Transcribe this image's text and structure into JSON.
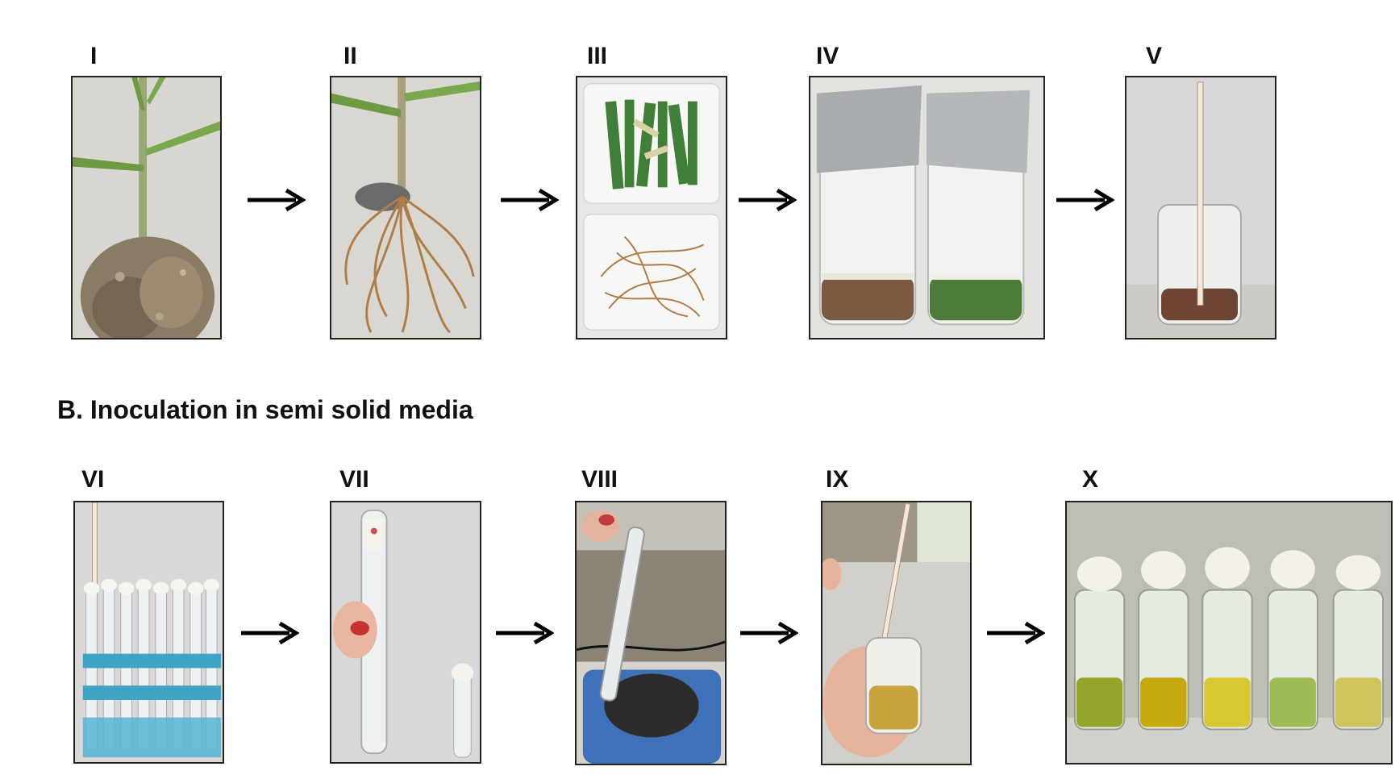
{
  "section_b_title": "B. Inoculation in semi solid media",
  "panels": [
    {
      "label": "I",
      "description": "plant-with-soil"
    },
    {
      "label": "II",
      "description": "washed-roots"
    },
    {
      "label": "III",
      "description": "cut-segments-tray"
    },
    {
      "label": "IV",
      "description": "jars-with-foil"
    },
    {
      "label": "V",
      "description": "jar-with-pipette"
    },
    {
      "label": "VI",
      "description": "tube-rack"
    },
    {
      "label": "VII",
      "description": "single-tube"
    },
    {
      "label": "VIII",
      "description": "tube-on-vortex"
    },
    {
      "label": "IX",
      "description": "small-vial-pipette"
    },
    {
      "label": "X",
      "description": "five-vials"
    }
  ],
  "icons": {
    "arrow": "arrow-right-icon"
  },
  "colors": {
    "frame": "#222222",
    "text": "#111111"
  }
}
